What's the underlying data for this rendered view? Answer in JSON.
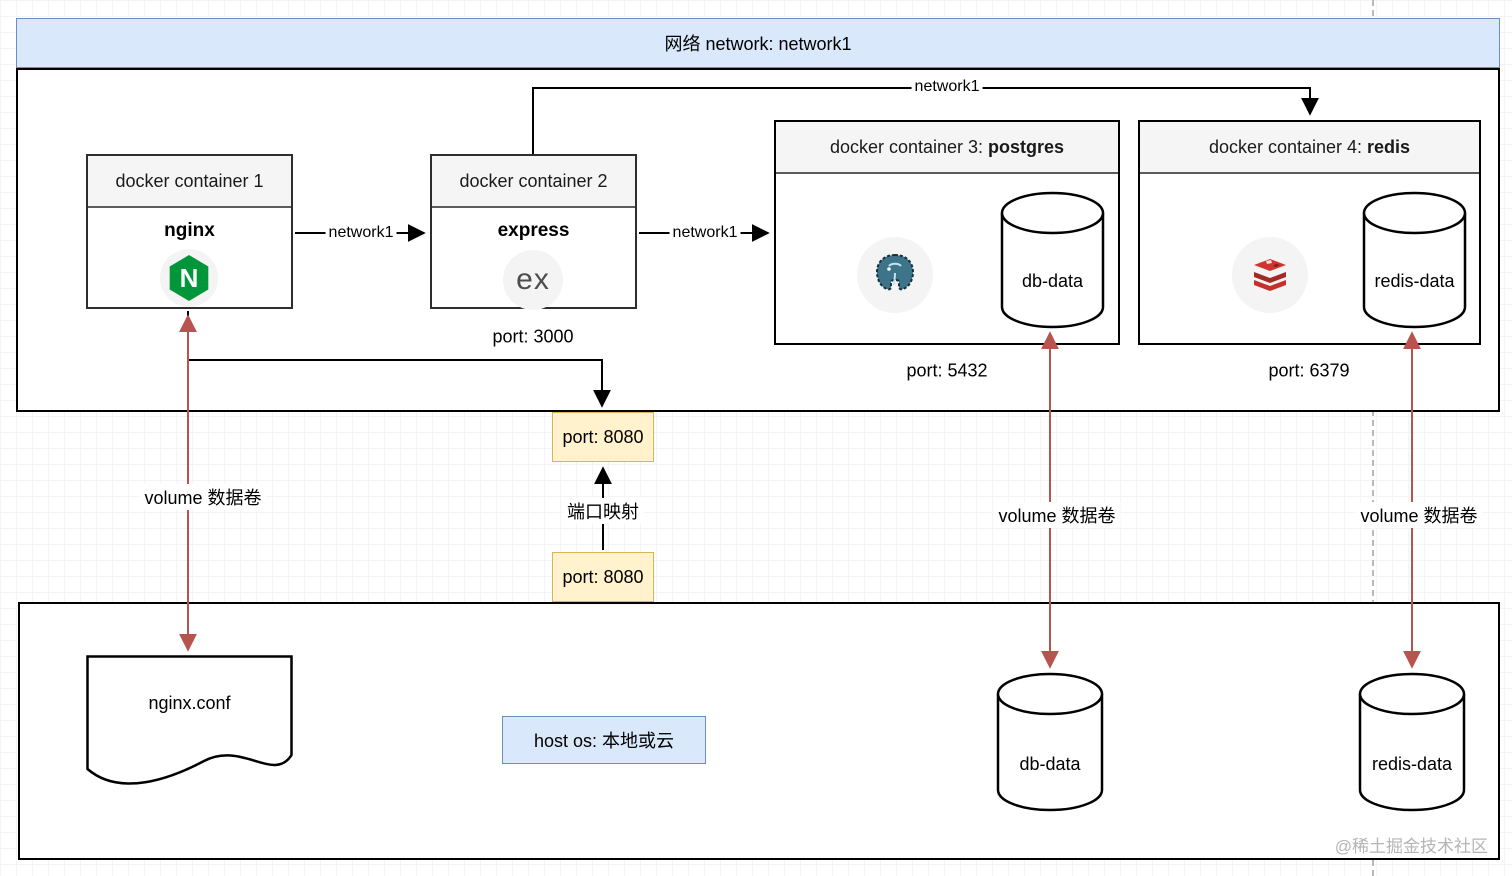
{
  "banner": {
    "label": "网络 network: network1"
  },
  "containers": [
    {
      "title": "docker container 1",
      "app": "nginx"
    },
    {
      "title": "docker container 2",
      "app": "express"
    },
    {
      "title": "docker container 3: ",
      "name_bold": "postgres"
    },
    {
      "title": "docker container 4: ",
      "name_bold": "redis"
    }
  ],
  "icons": {
    "nginx_letter": "N",
    "express_letter": "ex"
  },
  "cylinders": {
    "db_container": "db-data",
    "redis_container": "redis-data",
    "db_host": "db-data",
    "redis_host": "redis-data"
  },
  "labels": {
    "network1_a": "network1",
    "network1_b": "network1",
    "network1_c": "network1",
    "port_express": "port: 3000",
    "port_postgres": "port: 5432",
    "port_redis": "port: 6379",
    "port_host_top": "port: 8080",
    "port_host_bottom": "port: 8080",
    "port_mapping": "端口映射",
    "volume_nginx": "volume 数据卷",
    "volume_db": "volume 数据卷",
    "volume_redis": "volume 数据卷"
  },
  "host": {
    "os_label": "host os: 本地或云",
    "nginx_conf": "nginx.conf"
  },
  "watermark": {
    "text": "@稀土掘金技术社区"
  },
  "colors": {
    "banner_fill": "#dae8fc",
    "banner_border": "#6c8ebf",
    "port_fill": "#fff2cc",
    "port_border": "#d6b656",
    "volume_arrow": "#b85450",
    "connector": "#000000",
    "nginx_green": "#009639",
    "redis_red": "#c6302b",
    "postgres_teal": "#336b8c",
    "header_fill": "#f5f5f5"
  }
}
